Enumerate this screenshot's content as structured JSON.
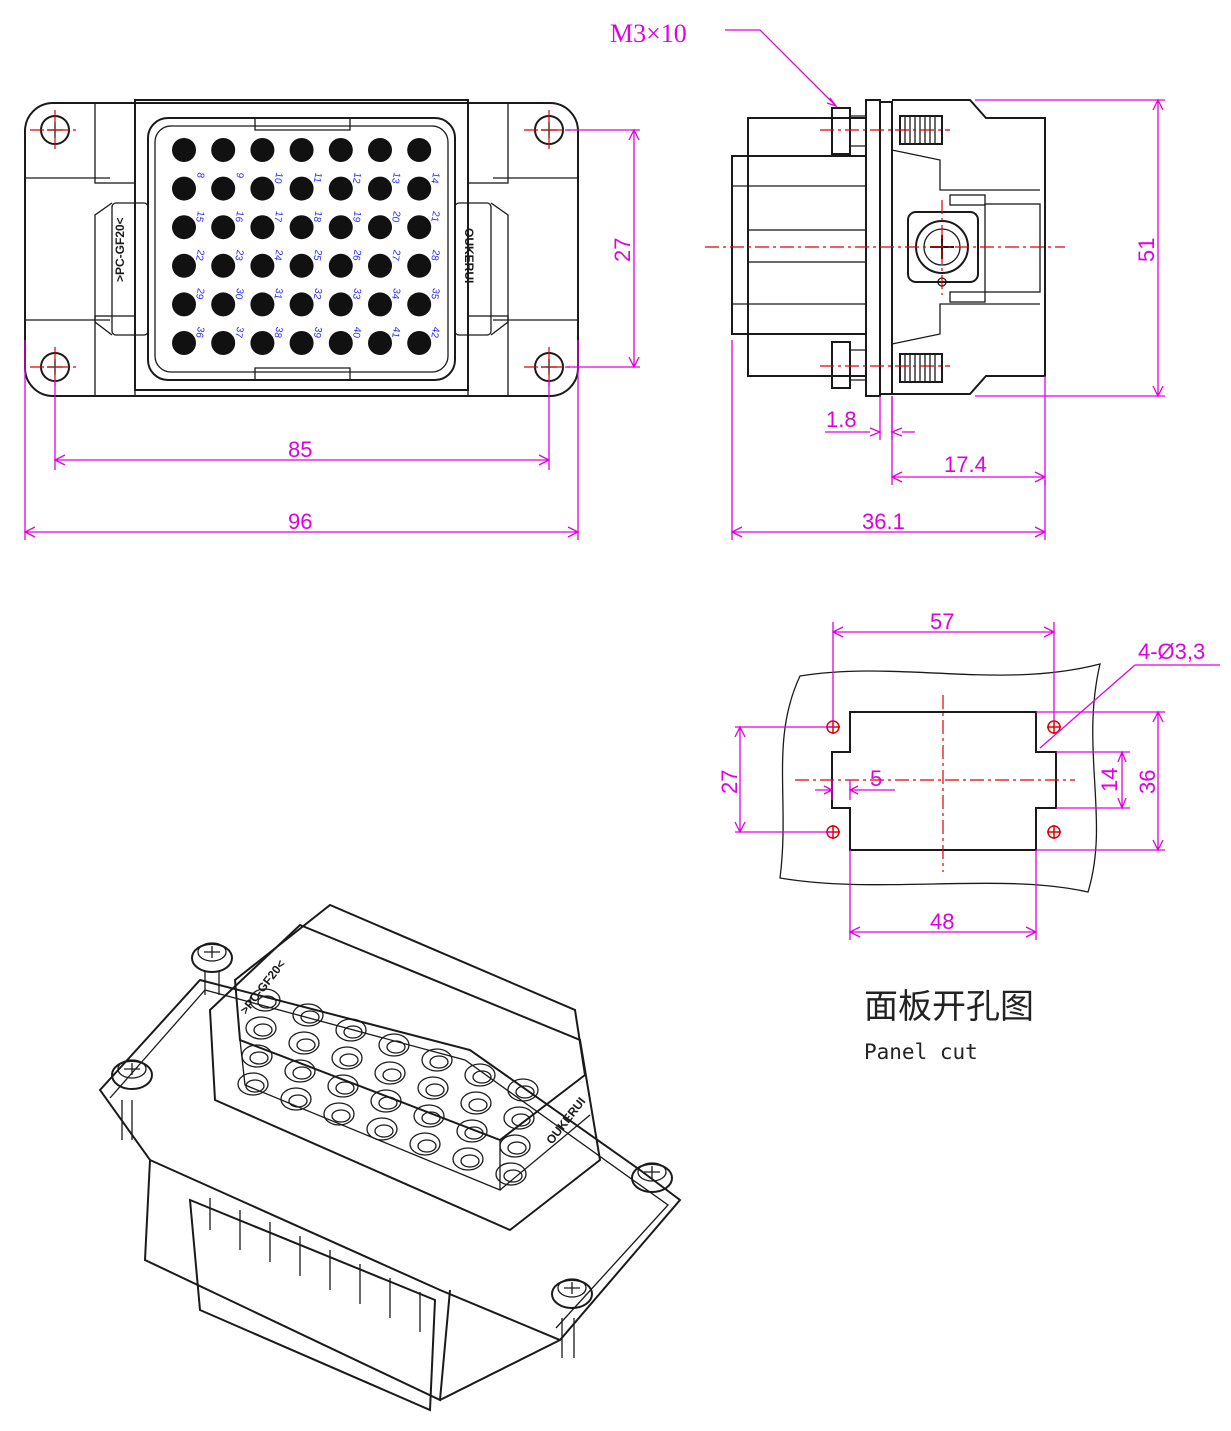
{
  "front_view": {
    "marking_left": ">PC-GF20<",
    "marking_right": "OUKERUI",
    "pin_numbers": [
      "8",
      "9",
      "10",
      "11",
      "12",
      "13",
      "14",
      "15",
      "16",
      "17",
      "18",
      "19",
      "20",
      "21",
      "22",
      "23",
      "24",
      "25",
      "26",
      "27",
      "28",
      "29",
      "30",
      "31",
      "32",
      "33",
      "34",
      "35",
      "36",
      "37",
      "38",
      "39",
      "40",
      "41",
      "42"
    ],
    "dim_hole_pitch": "85",
    "dim_width": "96",
    "dim_height": "27"
  },
  "side_view": {
    "screw_label": "M3×10",
    "dim_height": "51",
    "dim_flange": "1.8",
    "dim_rear": "17.4",
    "dim_depth": "36.1"
  },
  "panel_cut": {
    "dim_hole_pitch": "57",
    "dim_holes": "4-Ø3,3",
    "dim_vertical_pitch": "27",
    "dim_offset": "5",
    "dim_notch": "14",
    "dim_height": "36",
    "dim_cut_width": "48",
    "caption_cn": "面板开孔图",
    "caption_en": "Panel cut"
  },
  "iso_view": {
    "marking_left": ">PC-GF20<",
    "marking_right": "OUKERUI"
  },
  "colors": {
    "dimension": "#e100e1",
    "centerline": "#e00000",
    "outline": "#1a1a1a",
    "pin_numbers": "#2a2aff"
  }
}
